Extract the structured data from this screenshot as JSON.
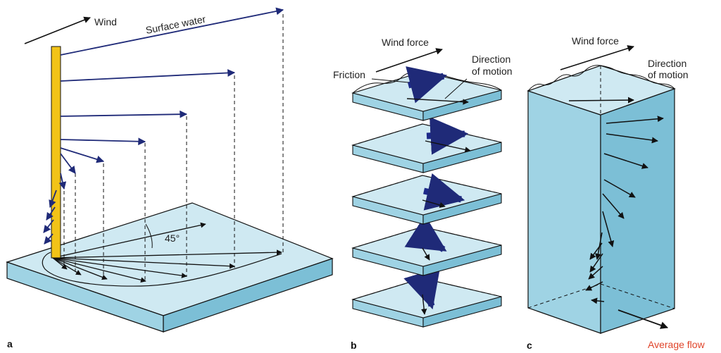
{
  "colors": {
    "water_top": "#cfe9f2",
    "water_front": "#9fd3e4",
    "water_side": "#7cbfd6",
    "pole": "#f2c318",
    "vector": "#1f2a78",
    "thick_arrow": "#1d2a8a",
    "outline": "#111111",
    "average_flow": "#e0442a"
  },
  "panel_a": {
    "label": "a",
    "wind": "Wind",
    "surface_water": "Surface water",
    "angle": "45°"
  },
  "panel_b": {
    "label": "b",
    "wind_force": "Wind force",
    "friction": "Friction",
    "direction_line1": "Direction",
    "direction_line2": "of motion"
  },
  "panel_c": {
    "label": "c",
    "wind_force": "Wind force",
    "direction_line1": "Direction",
    "direction_line2": "of motion",
    "average_flow": "Average flow"
  }
}
